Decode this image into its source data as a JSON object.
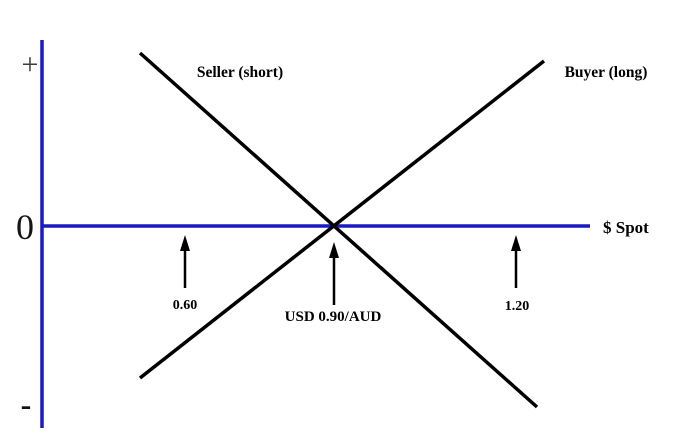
{
  "chart_data": {
    "type": "line",
    "title": "",
    "xlabel": "$ Spot",
    "ylabel": "",
    "grid": false,
    "legend_position": "inline-annotations",
    "y_axis_labels": [
      "+",
      "0",
      "-"
    ],
    "x_annotations": [
      {
        "x": 0.6,
        "label": "0.60"
      },
      {
        "x": 0.9,
        "label": "USD 0.90/AUD"
      },
      {
        "x": 1.2,
        "label": "1.20"
      }
    ],
    "series": [
      {
        "name": "Seller (short)",
        "x": [
          0.5,
          1.3
        ],
        "y": [
          0.4,
          -0.4
        ]
      },
      {
        "name": "Buyer (long)",
        "x": [
          0.5,
          1.3
        ],
        "y": [
          -0.4,
          0.4
        ]
      }
    ],
    "intersection": {
      "x": 0.9,
      "y": 0
    }
  },
  "colors": {
    "axis": "#1a1ac2",
    "payoff_lines": "#000000",
    "arrows": "#000000",
    "background": "#ffffff"
  }
}
